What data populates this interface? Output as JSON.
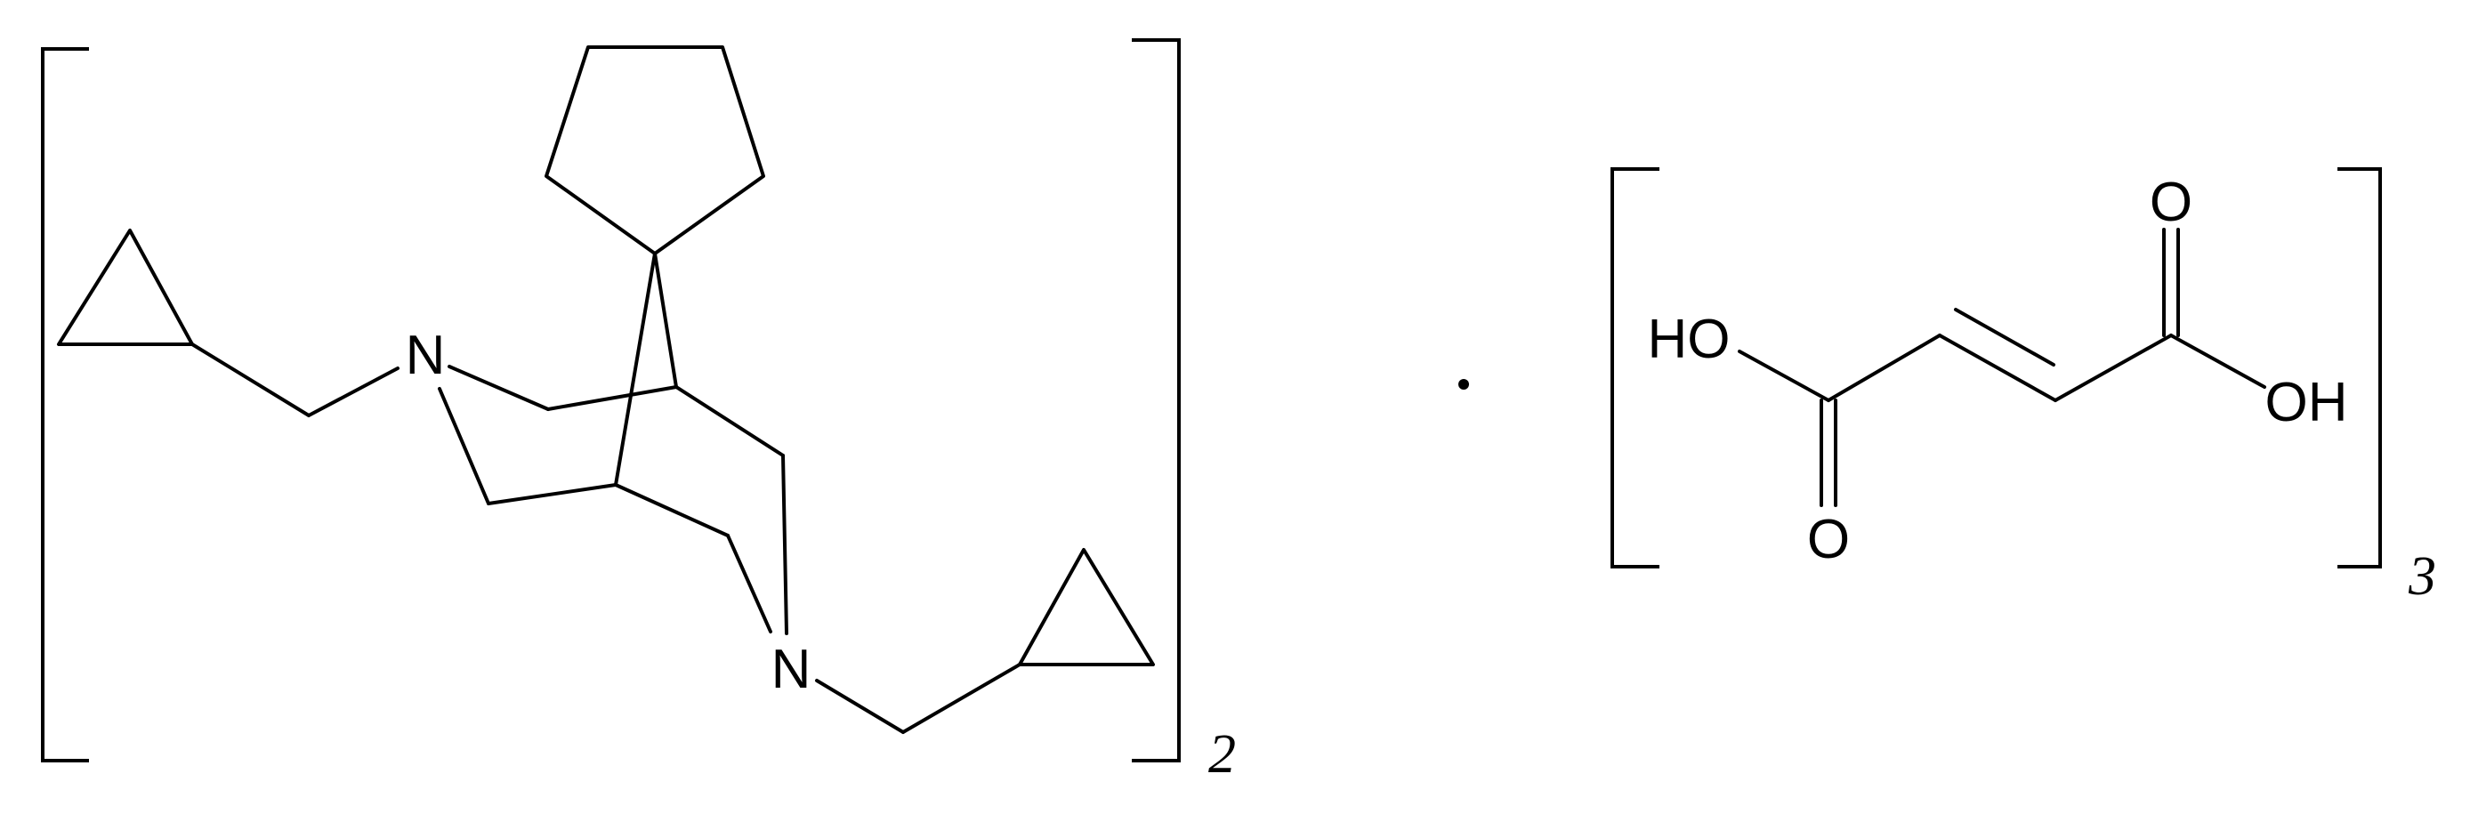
{
  "left_structure": {
    "atoms": {
      "n1": "N",
      "n2": "N"
    },
    "multiplier": "2"
  },
  "separator": "·",
  "right_structure": {
    "atoms": {
      "ho": "HO",
      "oh": "OH",
      "o_top": "O",
      "o_bottom": "O"
    },
    "multiplier": "3"
  },
  "colors": {
    "ink": "#000000",
    "background": "#ffffff"
  }
}
